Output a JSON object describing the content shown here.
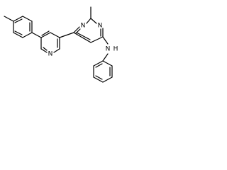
{
  "molecule": {
    "atom_labels": {
      "pyrimidine_n1": "N",
      "pyrimidine_n3": "N",
      "pyridine_n": "N",
      "amine_n": "N",
      "amine_h": "H"
    },
    "colors": {
      "bond": "#000000",
      "label": "#000000",
      "background": "#ffffff"
    }
  }
}
